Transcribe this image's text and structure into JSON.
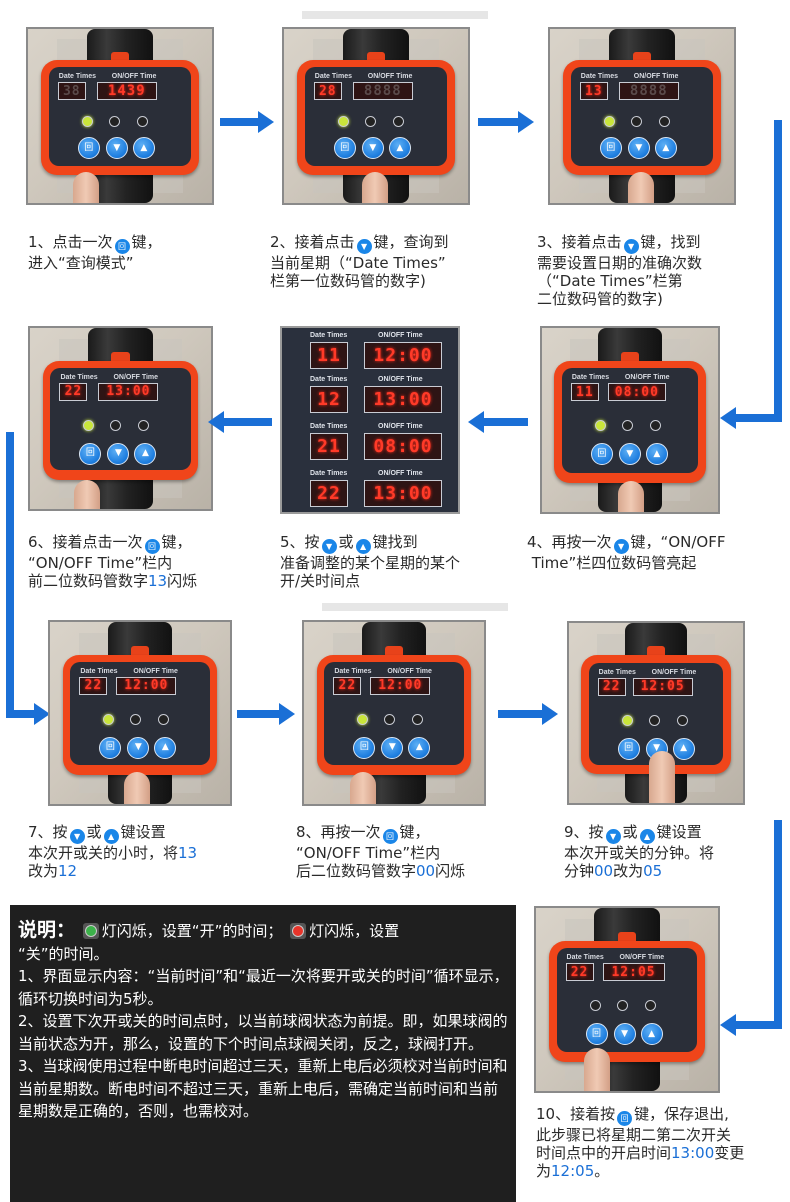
{
  "labels": {
    "date_times": "Date Times",
    "on_off_time": "ON/OFF Time"
  },
  "icons": {
    "menu_key": "回",
    "down_key": "▼",
    "up_key": "▲",
    "on_led": "ON",
    "off_led": "OFF"
  },
  "colors": {
    "accent_blue": "#1a6fd6",
    "device_orange": "#f0451a",
    "led_red": "#ff3a28",
    "note_bg": "#1f1f1f"
  },
  "steps": [
    {
      "num": "1、",
      "photo": {
        "date": "38",
        "date_dim": true,
        "time": "1439",
        "pressed": "menu",
        "on_led": true
      },
      "caption": {
        "a": "1、点击一次",
        "key": "menu",
        "b": "键，",
        "c": "进入“查询模式”"
      }
    },
    {
      "num": "2、",
      "photo": {
        "date": "28",
        "date_partial": true,
        "time": "8888",
        "time_dim": true,
        "pressed": "down",
        "on_led": true
      },
      "caption": {
        "a": "2、接着点击",
        "key": "down",
        "b": "键，查询到",
        "c": "当前星期（“Date Times”",
        "d": "栏第一位数码管的数字)"
      }
    },
    {
      "num": "3、",
      "photo": {
        "date": "13",
        "time": "8888",
        "time_dim": true,
        "pressed": "down",
        "on_led": true
      },
      "caption": {
        "a": "3、接着点击",
        "key": "down",
        "b": "键，找到",
        "c": "需要设置日期的准确次数",
        "d": "（“Date Times”栏第",
        "e": "二位数码管的数字)"
      }
    },
    {
      "num": "4、",
      "photo": {
        "date": "11",
        "time": "08:00",
        "pressed": "down",
        "on_led": true
      },
      "caption": {
        "a": "4、再按一次",
        "key": "down",
        "b": "键，“ON/OFF",
        "c": "Time”栏四位数码管亮起"
      }
    },
    {
      "num": "5、",
      "panel": [
        {
          "date": "11",
          "time": "12:00"
        },
        {
          "date": "12",
          "time": "13:00"
        },
        {
          "date": "21",
          "time": "08:00"
        },
        {
          "date": "22",
          "time": "13:00"
        }
      ],
      "caption": {
        "a": "5、按",
        "key1": "down",
        "or": "或",
        "key2": "up",
        "b": "键找到",
        "c": "准备调整的某个星期的某个",
        "d": "开/关时间点"
      }
    },
    {
      "num": "6、",
      "photo": {
        "date": "22",
        "time": "13:00",
        "pressed": "menu",
        "on_led": true
      },
      "caption": {
        "a": "6、接着点击一次",
        "key": "menu",
        "b": "键，",
        "c": "“ON/OFF Time”栏内",
        "d": "前二位数码管数字",
        "hl": "13",
        "e": "闪烁"
      }
    },
    {
      "num": "7、",
      "photo": {
        "date": "22",
        "time": "12:00",
        "pressed": "down",
        "on_led": true
      },
      "caption": {
        "a": "7、按",
        "key1": "down",
        "or": "或",
        "key2": "up",
        "b": "键设置",
        "c": "本次开或关的小时，将",
        "hl1": "13",
        "d": "改为",
        "hl2": "12"
      }
    },
    {
      "num": "8、",
      "photo": {
        "date": "22",
        "time": "12:00",
        "pressed": "menu",
        "on_led": true
      },
      "caption": {
        "a": "8、再按一次",
        "key": "menu",
        "b": "键，",
        "c": "“ON/OFF Time”栏内",
        "d": "后二位数码管数字",
        "hl": "00",
        "e": "闪烁"
      }
    },
    {
      "num": "9、",
      "photo": {
        "date": "22",
        "time": "12:05",
        "pressed": "down",
        "on_led": true
      },
      "caption": {
        "a": "9、按",
        "key1": "down",
        "or": "或",
        "key2": "up",
        "b": "键设置",
        "c": "本次开或关的分钟。将",
        "d": "分钟",
        "hl1": "00",
        "e": "改为",
        "hl2": "05"
      }
    },
    {
      "num": "10、",
      "photo": {
        "date": "22",
        "time": "12:05",
        "pressed": "menu",
        "on_led": false
      },
      "caption": {
        "a": "10、接着按",
        "key": "menu",
        "b": "键，保存退出,",
        "c": "此步骤已将星期二第二次开关",
        "d": "时间点中的开启时间",
        "hl1": "13:00",
        "e": "变更",
        "f": "为",
        "hl2": "12:05",
        "g": "。"
      }
    }
  ],
  "note": {
    "title": "说明：",
    "line1a": "灯闪烁，设置“开”的时间；",
    "line1b": "灯闪烁，设置",
    "line1c": "“关”的时间。",
    "p1": "1、界面显示内容：“当前时间”和“最近一次将要开或关的时间”循环显示，循环切换时间为5秒。",
    "p2": "2、设置下次开或关的时间点时，以当前球阀状态为前提。即，如果球阀的当前状态为开，那么，设置的下个时间点球阀关闭，反之，球阀打开。",
    "p3": "3、当球阀使用过程中断电时间超过三天，重新上电后必须校对当前时间和当前星期数。断电时间不超过三天，重新上电后，需确定当前时间和当前星期数是正确的，否则，也需校对。"
  }
}
